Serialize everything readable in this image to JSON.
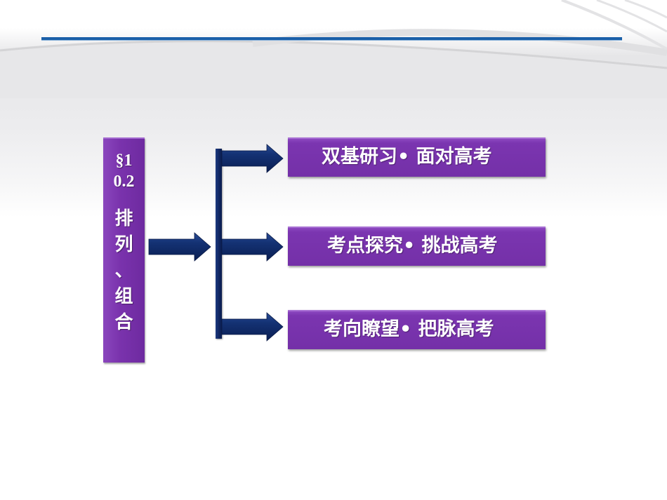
{
  "slide": {
    "section": {
      "number_line1": "§1",
      "number_line2": "0.2",
      "title_chars": [
        "排",
        "列",
        "、",
        "组",
        "合"
      ]
    },
    "nodes": [
      {
        "label": "双基研习• 面对高考"
      },
      {
        "label": "考点探究• 挑战高考"
      },
      {
        "label": "考向瞭望• 把脉高考"
      }
    ],
    "colors": {
      "node_fill": "#7a34ad",
      "arrow_fill": "#0f2a66",
      "rule": "#1a5fa8"
    }
  }
}
